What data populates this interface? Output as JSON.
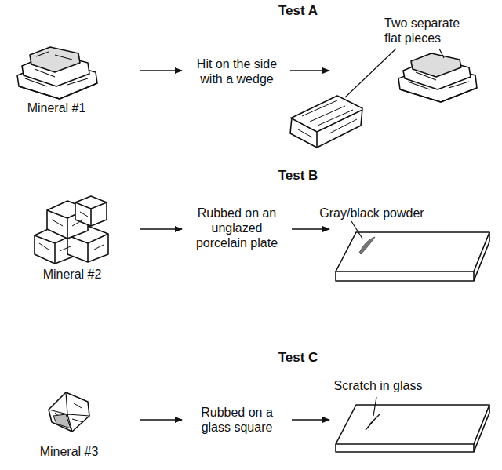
{
  "diagram": {
    "labels": [
      "Test A",
      "Mineral #1",
      "Hit on the side with a wedge",
      "Two separate flat pieces",
      "Test B",
      "Mineral #2",
      "Rubbed on an unglazed porcelain plate",
      "Gray/black powder",
      "Test C",
      "Mineral #3",
      "Rubbed on a glass square",
      "Scratch in glass"
    ]
  }
}
